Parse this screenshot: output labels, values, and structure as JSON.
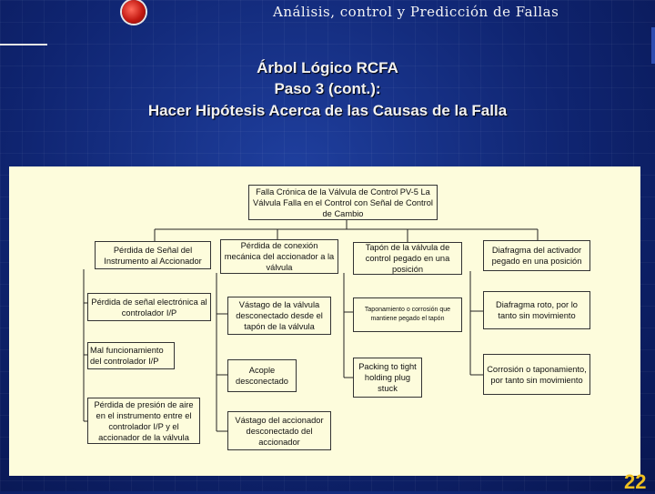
{
  "header": {
    "title": "Análisis, control y Predicción de Fallas"
  },
  "slide_title": {
    "line1": "Árbol Lógico RCFA",
    "line2": "Paso 3 (cont.):",
    "line3": "Hacer Hipótesis Acerca de las Causas de la Falla"
  },
  "tree": {
    "root": "Falla Crónica de la Válvula de Control PV-5 La Válvula Falla en el Control con Señal de Control de Cambio",
    "col1": [
      "Pérdida de Señal del Instrumento al Accionador",
      "Pérdida de señal electrónica al controlador I/P",
      "Mal funcionamiento del controlador I/P",
      "Pérdida de presión de aire en el instrumento entre el controlador I/P y el accionador de la válvula"
    ],
    "col2": [
      "Pérdida de conexión mecánica del accionador a la válvula",
      "Vástago de la válvula desconectado desde el tapón de la válvula",
      "Acople desconectado",
      "Vástago del accionador desconectado del accionador"
    ],
    "col3": [
      "Tapón de la válvula de control pegado en una posición",
      "Taponamiento o corrosión que mantiene pegado el tapón",
      "Packing to tight holding plug stuck"
    ],
    "col4": [
      "Diafragma del activador pegado en una posición",
      "Diafragma roto, por lo tanto sin movimiento",
      "Corrosión o taponamiento, por tanto sin movimiento"
    ]
  },
  "page_number": "22"
}
